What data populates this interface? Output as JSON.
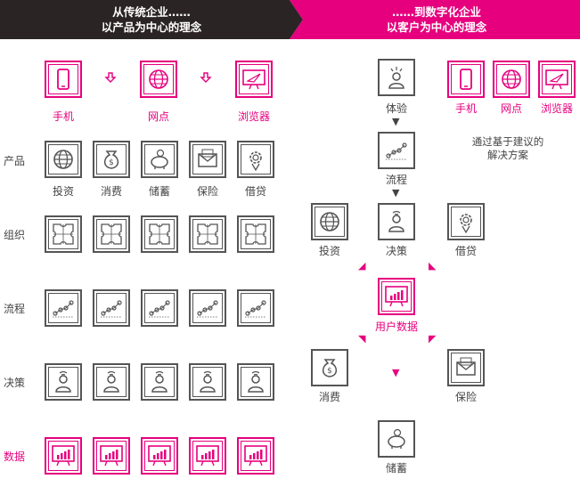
{
  "banner": {
    "left_line1": "从传统企业……",
    "left_line2": "以产品为中心的理念",
    "right_line1": "……到数字化企业",
    "right_line2": "以客户为中心的理念"
  },
  "left": {
    "channels": [
      "手机",
      "网点",
      "浏览器"
    ],
    "rows": [
      "产品",
      "组织",
      "流程",
      "决策",
      "数据"
    ],
    "products": [
      "投资",
      "消费",
      "储蓄",
      "保险",
      "借贷"
    ]
  },
  "right": {
    "experience": "体验",
    "channels": [
      "手机",
      "网点",
      "浏览器"
    ],
    "process": "流程",
    "note_line1": "通过基于建议的",
    "note_line2": "解决方案",
    "invest": "投资",
    "decision": "决策",
    "loan": "借贷",
    "userdata": "用户数据",
    "consume": "消费",
    "insure": "保险",
    "savings": "储蓄"
  },
  "colors": {
    "accent": "#e6007e",
    "dark": "#2b2424",
    "icon": "#555555"
  }
}
